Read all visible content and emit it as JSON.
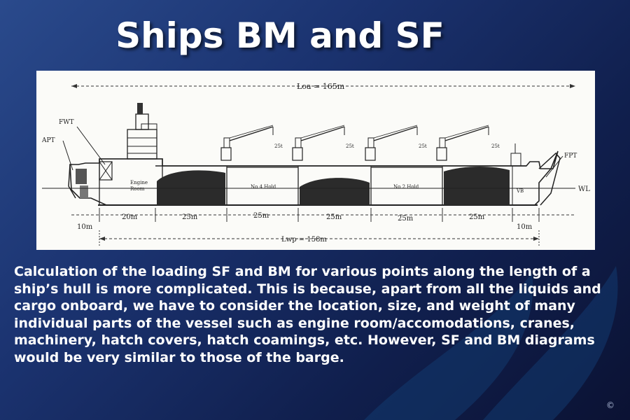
{
  "slide": {
    "title": "Ships BM and SF",
    "body": "Calculation of the loading SF and BM for various points along the length of a ship’s hull is more complicated. This is because, apart from all the liquids and cargo onboard, we have to consider the location, size, and weight of many individual parts of the vessel such as engine room/accomodations, cranes, machinery, hatch covers, hatch coamings, etc. However, SF and BM diagrams would be very similar to those of the barge.",
    "copyright": "©"
  },
  "diagram": {
    "loa": "Loa = 165m",
    "lwp": "Lwp = 158m",
    "labels": {
      "apt": "APT",
      "fwt": "FWT",
      "fpt": "FPT",
      "wl": "WL",
      "engine": "Engine",
      "room": "Room",
      "hold4": "No 4 Hold",
      "hold2": "No 2 Hold",
      "vb": "VB"
    },
    "crane_capacity": [
      "25t",
      "25t",
      "25t",
      "25t"
    ],
    "segments": [
      "10m",
      "20m",
      "25m",
      "25m",
      "25m",
      "25m",
      "25m",
      "10m"
    ]
  }
}
